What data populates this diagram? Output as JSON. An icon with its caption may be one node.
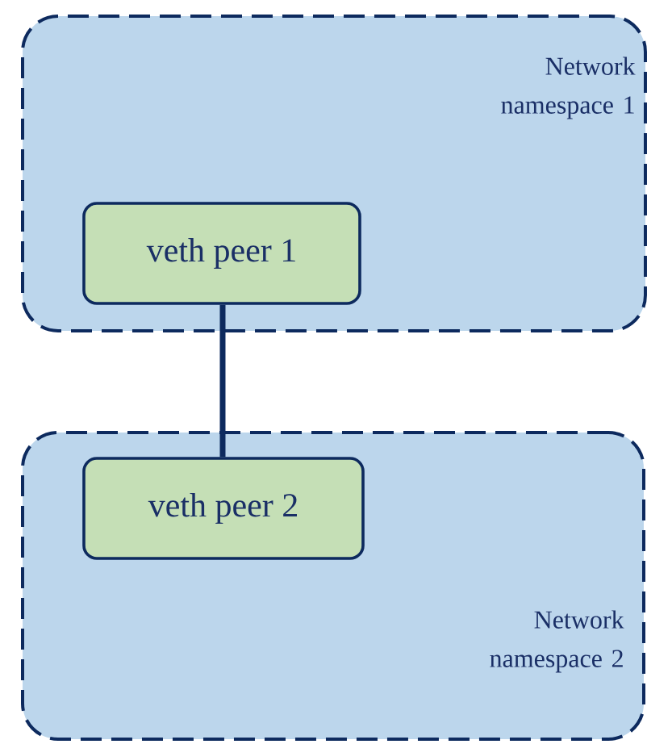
{
  "diagram": {
    "nodes": [
      {
        "text": [
          "Network namespace 1"
        ]
      },
      {
        "text": [
          "veth peer 1"
        ],
        "in": 0
      },
      {
        "text": [
          "Network namespace 2"
        ]
      },
      {
        "text": [
          "veth peer 2"
        ],
        "in": 2
      }
    ],
    "edges": [
      {
        "from": 1,
        "to": 3,
        "arrow": "none"
      }
    ]
  }
}
